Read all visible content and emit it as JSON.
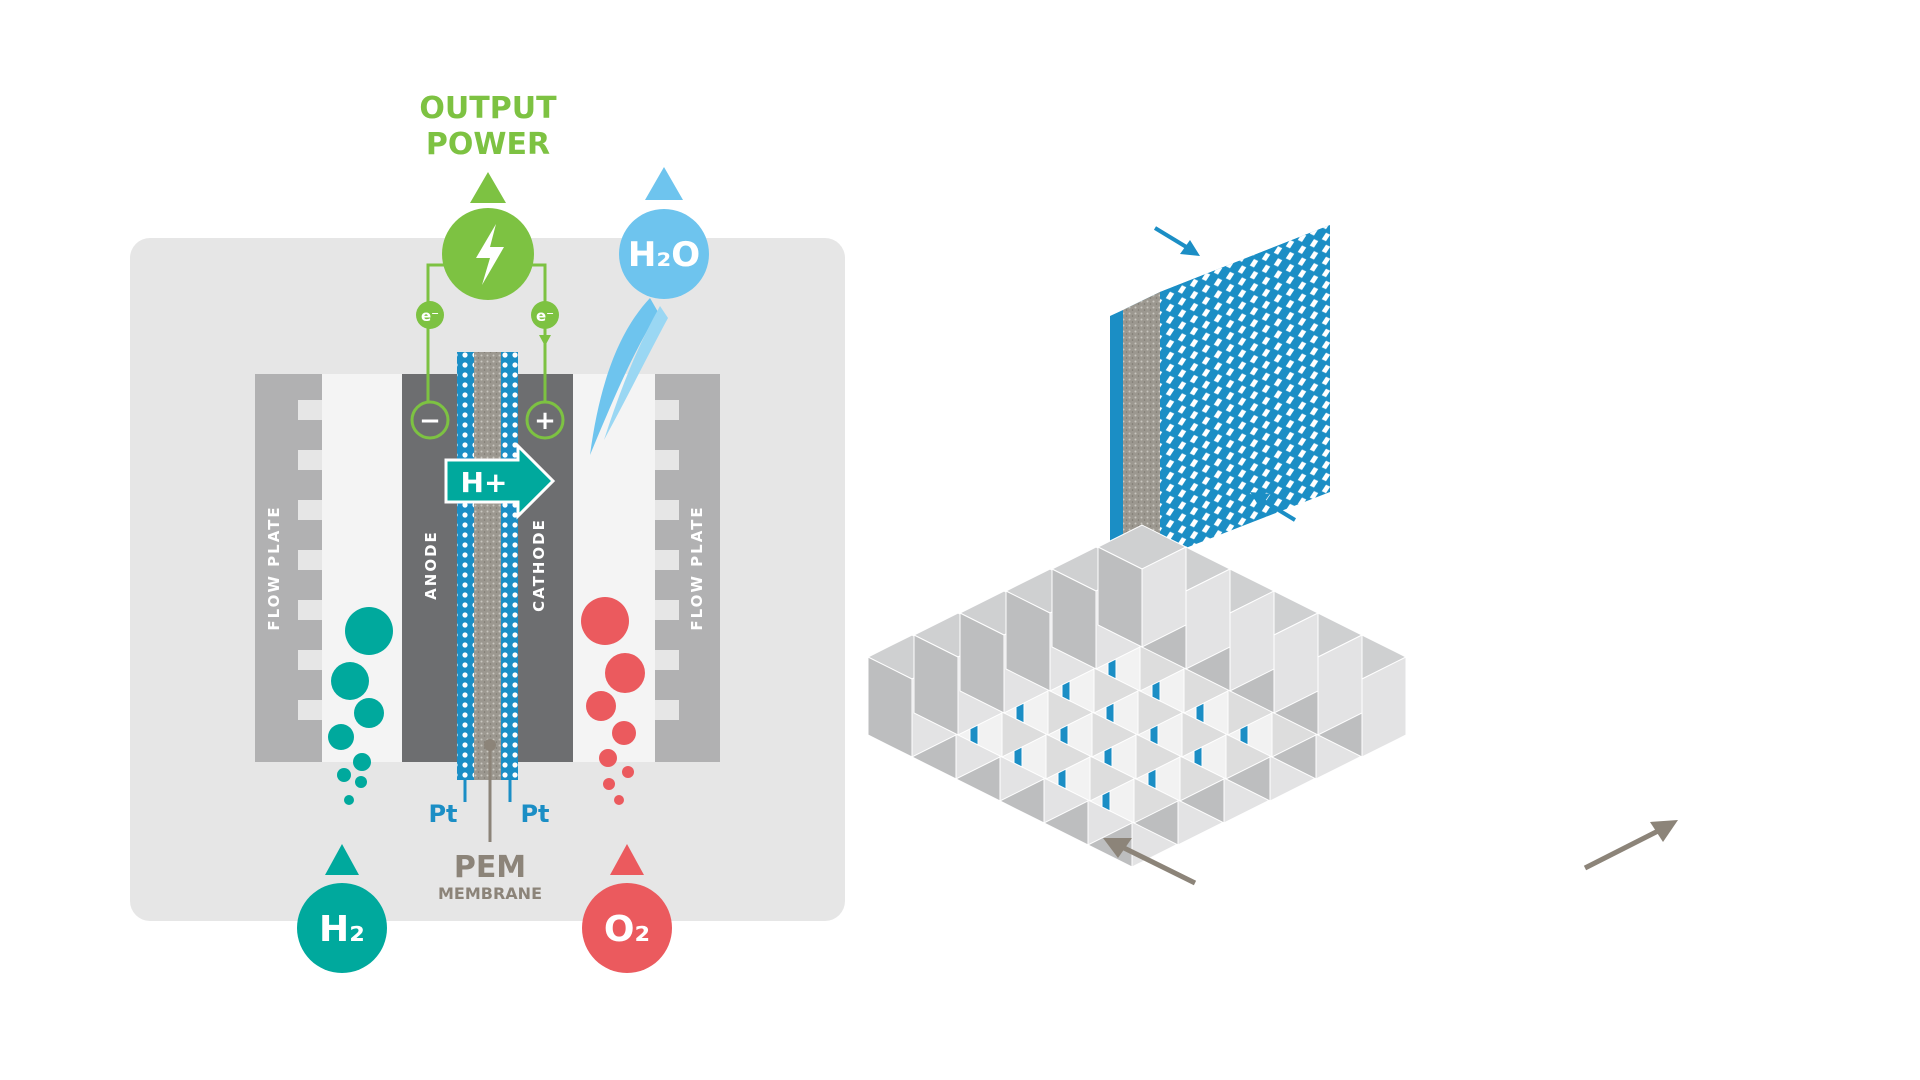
{
  "labels": {
    "output_power_line1": "OUTPUT",
    "output_power_line2": "POWER",
    "h2o": "H₂O",
    "h2": "H₂",
    "o2": "O₂",
    "electron": "e⁻",
    "minus": "−",
    "plus": "+",
    "proton": "H+",
    "flow_plate": "FLOW PLATE",
    "anode": "ANODE",
    "cathode": "CATHODE",
    "platinum": "Pt",
    "pem": "PEM",
    "membrane": "MEMBRANE"
  },
  "colors": {
    "power_green": "#7DC242",
    "water_blue": "#6EC4EE",
    "hydrogen_teal": "#00A99D",
    "oxygen_red": "#EB5A5E",
    "membrane_blue": "#1B8EC5",
    "pem_brown": "#8C8479",
    "panel_gray": "#E6E6E6",
    "electrode_gray": "#6D6E70",
    "flow_plate_gray": "#B1B1B2"
  },
  "icons": [
    "lightning-bolt-icon",
    "arrow-up-icon",
    "arrow-right-icon",
    "arrow-icon"
  ]
}
